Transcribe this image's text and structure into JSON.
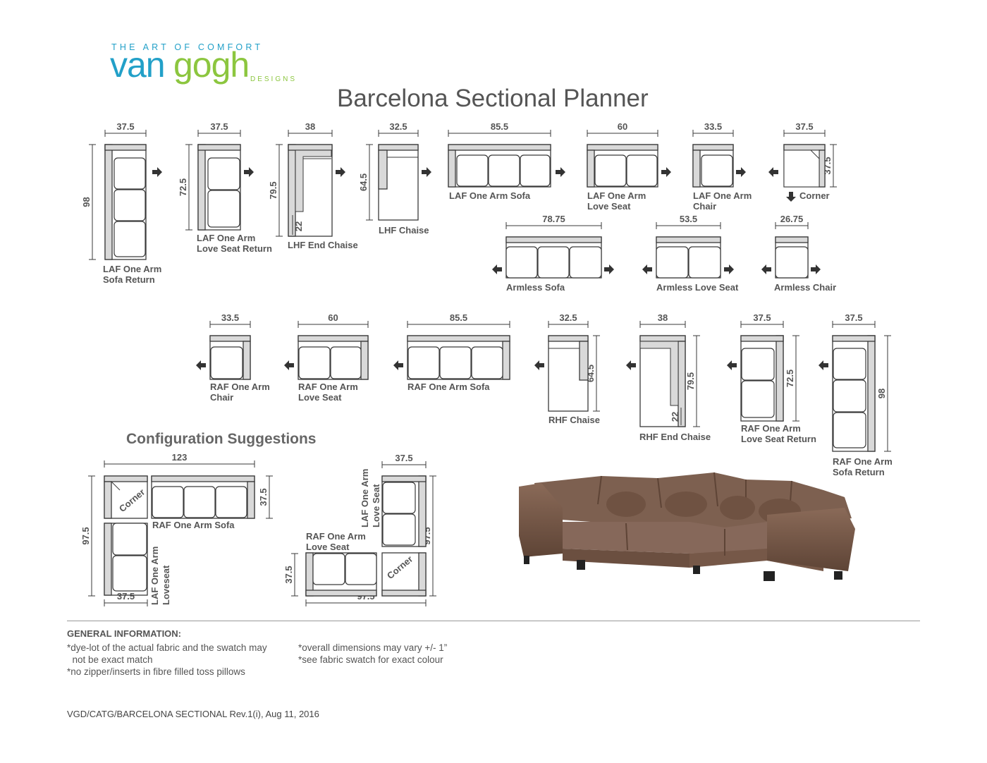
{
  "logo": {
    "tagline": "THE ART OF COMFORT",
    "van": "van",
    "gogh": "gogh",
    "designs": "DESIGNS"
  },
  "title": "Barcelona Sectional Planner",
  "pieces": [
    {
      "id": "laf-sofa-return",
      "width": "37.5",
      "depth": "98",
      "label": [
        "LAF One Arm",
        "Sofa Return"
      ]
    },
    {
      "id": "laf-loveseat-return",
      "width": "37.5",
      "depth": "72.5",
      "label": [
        "LAF One Arm",
        "Love Seat Return"
      ]
    },
    {
      "id": "lhf-end-chaise",
      "width": "38",
      "depth": "79.5",
      "extra": "22",
      "label": [
        "LHF End Chaise"
      ]
    },
    {
      "id": "lhf-chaise",
      "width": "32.5",
      "depth": "64.5",
      "label": [
        "LHF Chaise"
      ]
    },
    {
      "id": "laf-sofa",
      "width": "85.5",
      "label": [
        "LAF One Arm Sofa"
      ]
    },
    {
      "id": "laf-loveseat",
      "width": "60",
      "label": [
        "LAF One Arm",
        "Love Seat"
      ]
    },
    {
      "id": "laf-chair",
      "width": "33.5",
      "label": [
        "LAF One Arm",
        "Chair"
      ]
    },
    {
      "id": "corner",
      "width": "37.5",
      "depth": "37.5",
      "label": [
        "Corner"
      ]
    },
    {
      "id": "armless-sofa",
      "width": "78.75",
      "label": [
        "Armless Sofa"
      ]
    },
    {
      "id": "armless-loveseat",
      "width": "53.5",
      "label": [
        "Armless Love Seat"
      ]
    },
    {
      "id": "armless-chair",
      "width": "26.75",
      "label": [
        "Armless Chair"
      ]
    },
    {
      "id": "raf-chair",
      "width": "33.5",
      "label": [
        "RAF One Arm",
        "Chair"
      ]
    },
    {
      "id": "raf-loveseat",
      "width": "60",
      "label": [
        "RAF One Arm",
        "Love Seat"
      ]
    },
    {
      "id": "raf-sofa",
      "width": "85.5",
      "label": [
        "RAF One Arm Sofa"
      ]
    },
    {
      "id": "rhf-chaise",
      "width": "32.5",
      "depth": "64.5",
      "label": [
        "RHF Chaise"
      ]
    },
    {
      "id": "rhf-end-chaise",
      "width": "38",
      "depth": "79.5",
      "extra": "22",
      "label": [
        "RHF End Chaise"
      ]
    },
    {
      "id": "raf-loveseat-return",
      "width": "37.5",
      "depth": "72.5",
      "label": [
        "RAF One Arm",
        "Love Seat Return"
      ]
    },
    {
      "id": "raf-sofa-return",
      "width": "37.5",
      "depth": "98",
      "label": [
        "RAF One Arm",
        "Sofa Return"
      ]
    }
  ],
  "config_title": "Configuration Suggestions",
  "configs": [
    {
      "id": "config-a",
      "overall_width": "123",
      "overall_depth": "97.5",
      "side_depth": "37.5",
      "bottom_width": "37.5",
      "corner": "Corner",
      "sofa": "RAF One Arm Sofa",
      "loveseat": [
        "LAF One Arm",
        "Loveseat"
      ]
    },
    {
      "id": "config-b",
      "top_width": "37.5",
      "overall_depth": "97.5",
      "side_depth": "37.5",
      "overall_width": "97.5",
      "corner": "Corner",
      "loveseat_top": [
        "LAF One Arm",
        "Love Seat"
      ],
      "loveseat_bottom": [
        "RAF One Arm",
        "Love Seat"
      ]
    }
  ],
  "general": {
    "heading": "GENERAL INFORMATION:",
    "notes_left": [
      "*dye-lot of the actual fabric and the swatch may",
      "  not be exact match",
      "*no zipper/inserts in fibre filled toss pillows"
    ],
    "notes_right": [
      "*overall dimensions may vary +/- 1”",
      "*see fabric swatch for exact colour"
    ]
  },
  "footer": "VGD/CATG/BARCELONA SECTIONAL Rev.1(i), Aug 11, 2016",
  "colors": {
    "line": "#3a3a3a",
    "arm": "#d9d9d9",
    "label": "#555555",
    "logo_blue": "#22a0c8",
    "logo_green": "#8cc63f",
    "sofa": "#7a5d4c"
  }
}
